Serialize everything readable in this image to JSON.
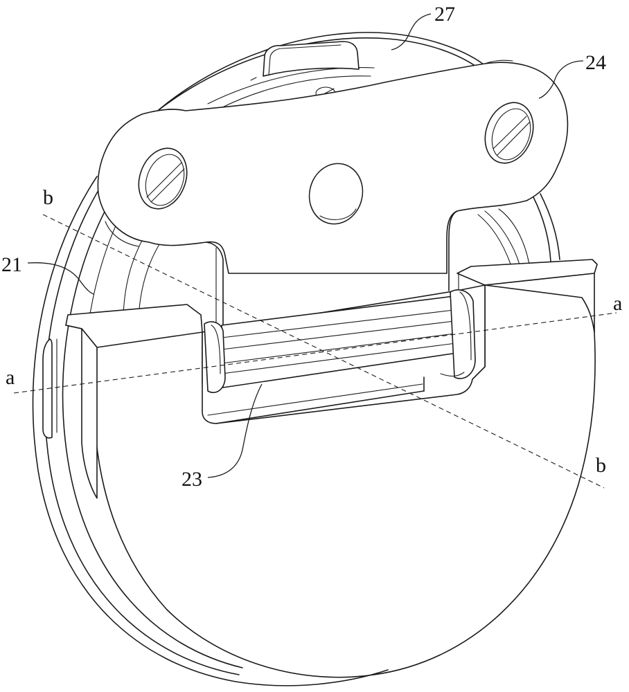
{
  "labels": {
    "part_27": "27",
    "part_24": "24",
    "part_21": "21",
    "part_23": "23",
    "axis_a_left": "a",
    "axis_a_right": "a",
    "axis_b_left": "b",
    "axis_b_right": "b"
  }
}
